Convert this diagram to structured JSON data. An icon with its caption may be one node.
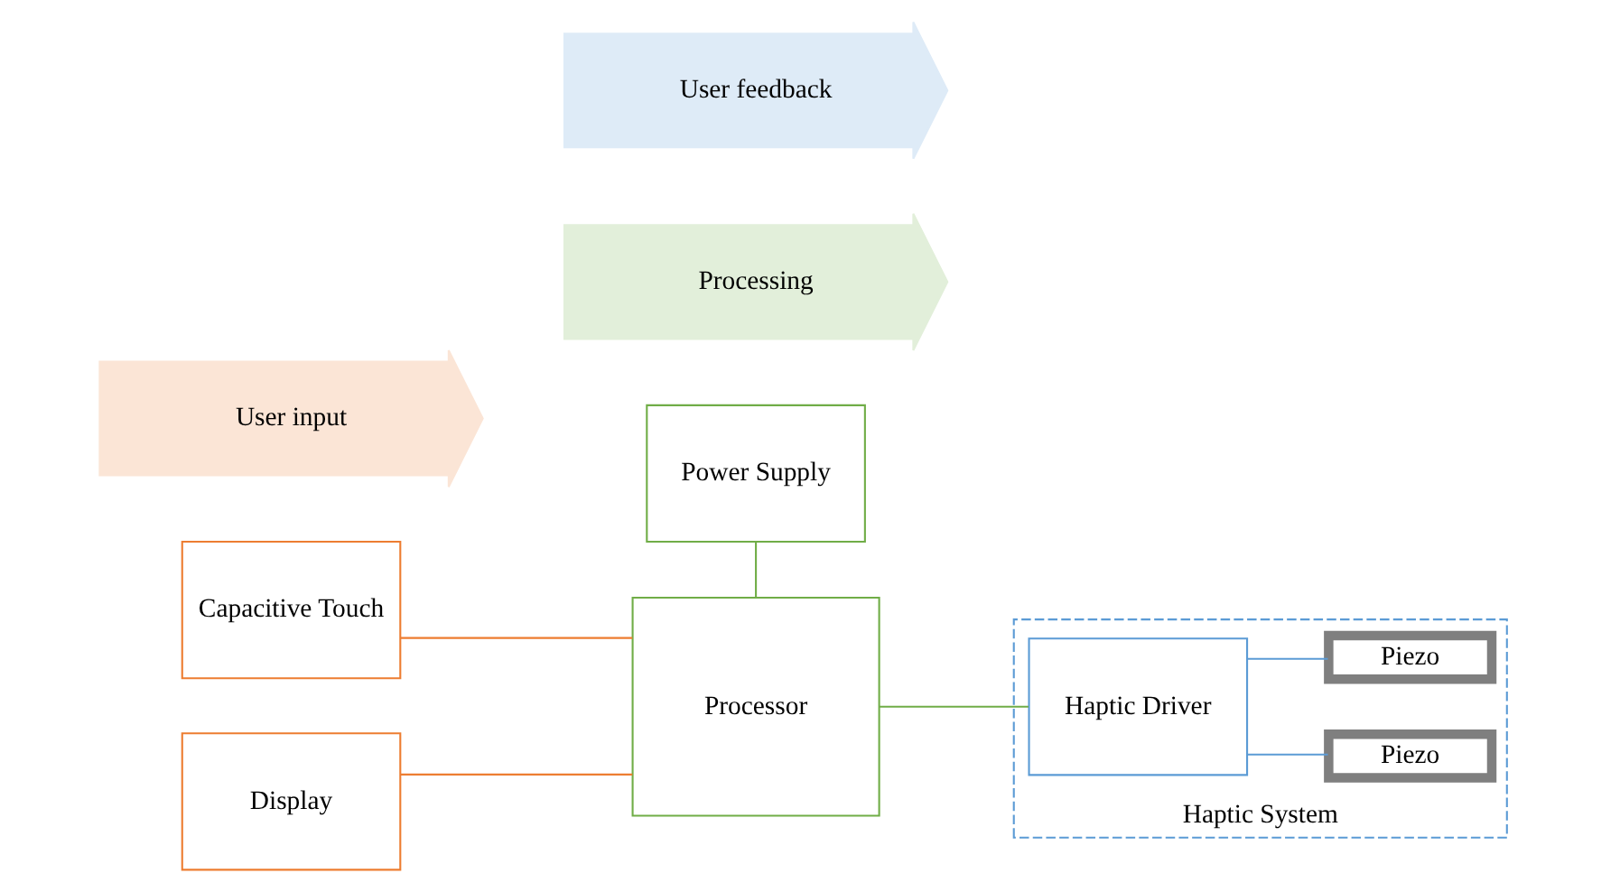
{
  "diagram": {
    "nodes": [
      {
        "text": [
          "Power Supply"
        ]
      },
      {
        "text": [
          "Capacitive Touch"
        ]
      },
      {
        "text": [
          "Display"
        ]
      },
      {
        "text": [
          "Processor"
        ]
      },
      {
        "text": [
          "Haptic System"
        ]
      },
      {
        "text": [
          "Haptic Driver"
        ],
        "in": 4
      },
      {
        "text": [
          "Piezo"
        ],
        "in": 4
      },
      {
        "text": [
          "Piezo"
        ],
        "in": 4
      },
      {
        "text": [
          "User input"
        ]
      },
      {
        "text": [
          "Processing"
        ]
      },
      {
        "text": [
          "User feedback"
        ]
      }
    ],
    "edges": [
      {
        "from": 0,
        "to": 3,
        "arrow": "none",
        "color": "#70ad47"
      },
      {
        "from": 1,
        "to": 3,
        "arrow": "none",
        "color": "#ed7d31"
      },
      {
        "from": 2,
        "to": 3,
        "arrow": "none",
        "color": "#ed7d31"
      },
      {
        "from": 3,
        "to": 5,
        "arrow": "none",
        "color": "#70ad47"
      },
      {
        "from": 5,
        "to": 6,
        "arrow": "none",
        "color": "#5b9bd5"
      },
      {
        "from": 5,
        "to": 7,
        "arrow": "none",
        "color": "#5b9bd5"
      }
    ]
  }
}
